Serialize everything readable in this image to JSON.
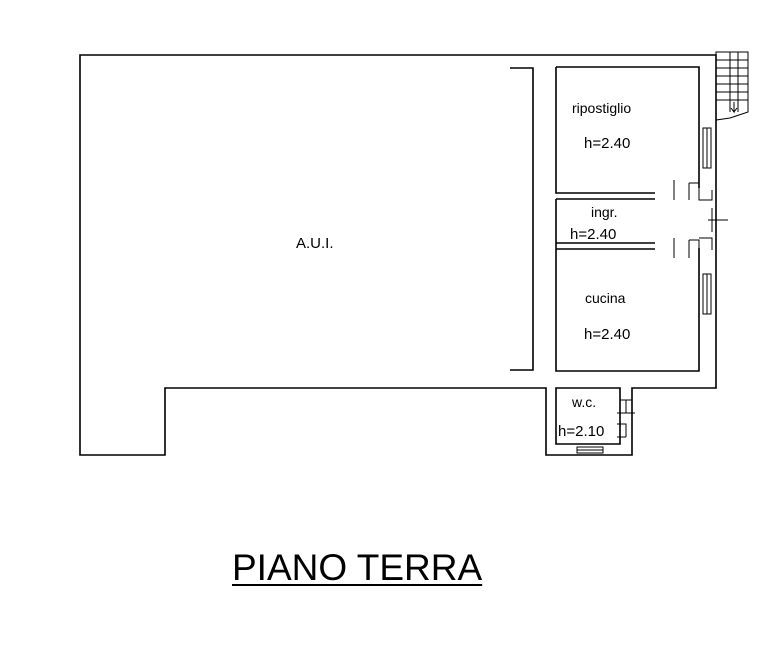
{
  "title": "PIANO TERRA",
  "rooms": {
    "aui": {
      "name": "A.U.I."
    },
    "ripostiglio": {
      "name": "ripostiglio",
      "height": "h=2.40"
    },
    "ingresso": {
      "name": "ingr.",
      "height": "h=2.40"
    },
    "cucina": {
      "name": "cucina",
      "height": "h=2.40"
    },
    "wc": {
      "name": "w.c.",
      "height": "h=2.10"
    }
  }
}
